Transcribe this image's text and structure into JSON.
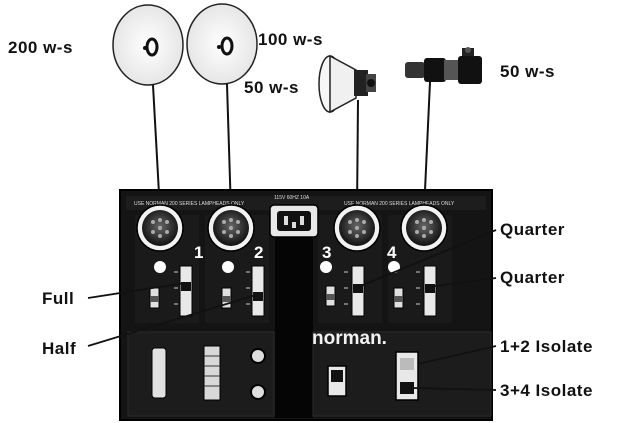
{
  "callouts": {
    "lamp_200": "200 w-s",
    "lamp_100": "100 w-s",
    "lamp_50_reflector": "50 w-s",
    "lamp_50_bare": "50 w-s",
    "full": "Full",
    "half": "Half",
    "quarter_top": "Quarter",
    "quarter_bottom": "Quarter",
    "isolate_12": "1+2 Isolate",
    "isolate_34": "3+4 Isolate"
  },
  "panel": {
    "brand": "norman.",
    "channel_numbers": [
      "1",
      "2",
      "3",
      "4"
    ]
  }
}
